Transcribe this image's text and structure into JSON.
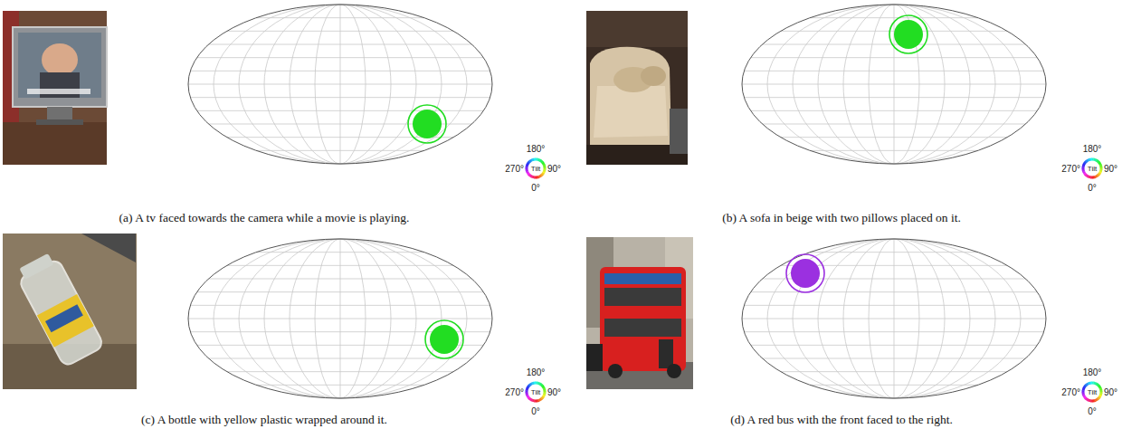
{
  "diagram": {
    "labels": [
      "(a) A tv faced towards the camera while a movie is playing.",
      "180°",
      "270°",
      "Tilt",
      "90°",
      "0°",
      "(b) A sofa in beige with two pillows placed on it.",
      "180°",
      "270°",
      "Tilt",
      "90°",
      "0°",
      "(c) A bottle with yellow plastic wrapped around it.",
      "180°",
      "270°",
      "Tilt",
      "90°",
      "0°",
      "(d) A red bus with the front faced to the right.",
      "180°",
      "270°",
      "Tilt",
      "90°",
      "0°"
    ]
  }
}
